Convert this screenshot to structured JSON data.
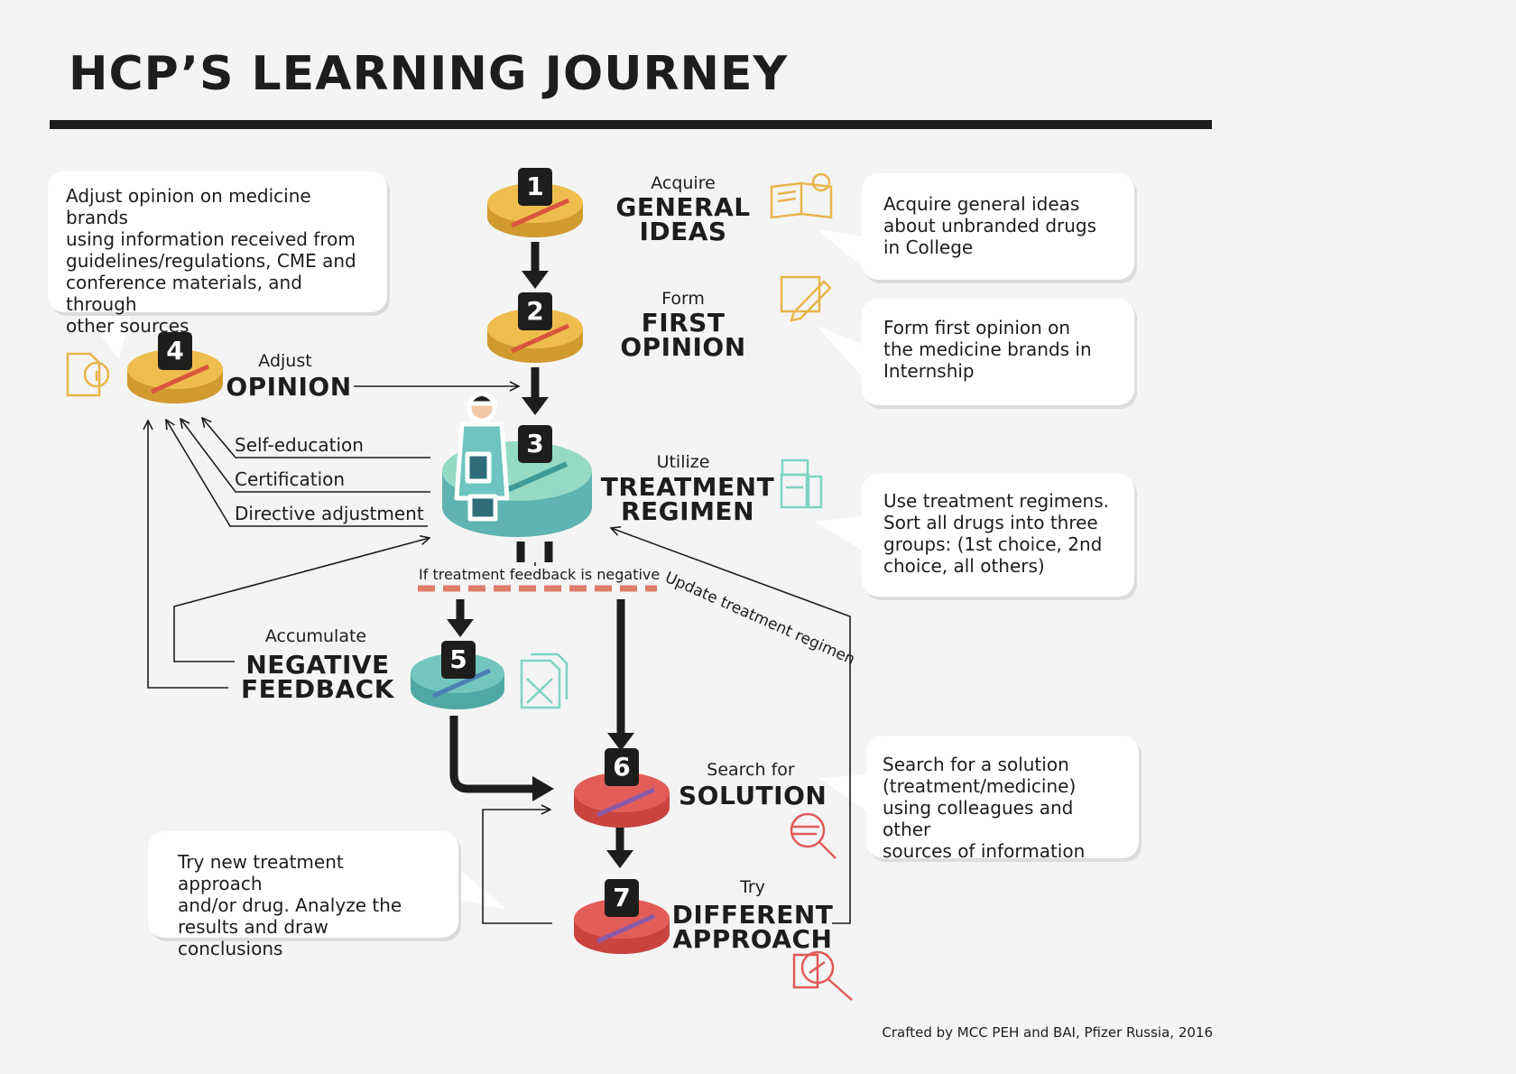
{
  "title": "HCP’S LEARNING JOURNEY",
  "colors": {
    "yellow": "#e8b54a",
    "teal": "#5fb8b4",
    "red": "#e05a58",
    "dark": "#1d1d1b",
    "dash": "#e07b6a"
  },
  "steps": [
    {
      "num": "1",
      "small": "Acquire",
      "big": "GENERAL\nIDEAS",
      "icon": "book-icon",
      "note": "Acquire general ideas\nabout unbranded drugs\nin College"
    },
    {
      "num": "2",
      "small": "Form",
      "big": "FIRST\nOPINION",
      "icon": "pencil-note-icon",
      "note": "Form first opinion on\nthe medicine  brands in\nInternship"
    },
    {
      "num": "3",
      "small": "Utilize",
      "big": "TREATMENT\nREGIMEN",
      "icon": "medicine-bottle-icon",
      "note": "Use treatment regimens.\nSort all drugs into three\ngroups: (1st choice, 2nd\nchoice, all others)"
    },
    {
      "num": "4",
      "small": "Adjust",
      "big": "OPINION",
      "icon": "document-info-icon",
      "note": "Adjust opinion on medicine brands\nusing information received from\nguidelines/regulations, CME and\nconference materials, and through\nother sources"
    },
    {
      "num": "5",
      "small": "Accumulate",
      "big": "NEGATIVE\nFEEDBACK",
      "icon": "rejected-document-icon"
    },
    {
      "num": "6",
      "small": "Search for",
      "big": "SOLUTION",
      "icon": "search-list-icon",
      "note": "Search for a solution\n(treatment/medicine)\nusing colleagues and other\nsources of information"
    },
    {
      "num": "7",
      "small": "Try",
      "big": "DIFFERENT\nAPPROACH",
      "icon": "search-pill-icon",
      "note": "Try new treatment approach\nand/or drug. Analyze the\nresults and draw conclusions"
    }
  ],
  "side_labels": [
    "Self-education",
    "Certification",
    "Directive adjustment"
  ],
  "condition_label": "If treatment feedback is negative",
  "update_label": "Update treatment regimen",
  "credit": "Crafted by MCC PEH and BAI, Pfizer Russia, 2016"
}
